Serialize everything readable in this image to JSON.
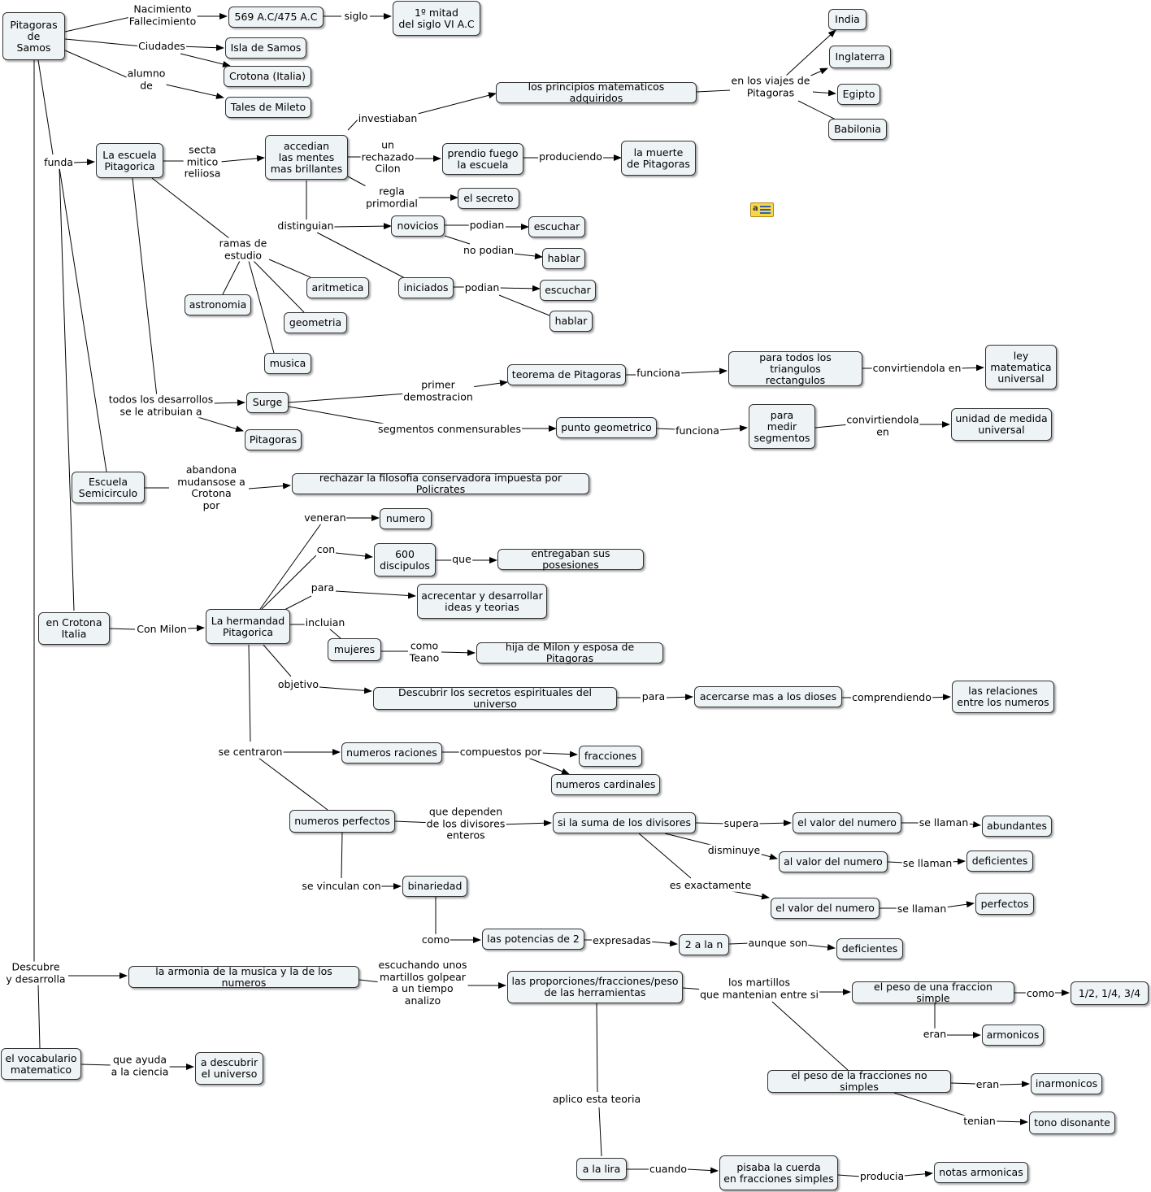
{
  "nodes": {
    "pitagoras": "Pitagoras\nde\nSamos",
    "fecha": "569 A.C/475 A.C",
    "mitad": "1º mitad\ndel siglo VI A.C",
    "samos": "Isla de Samos",
    "crotona": "Crotona (Italia)",
    "tales": "Tales de Mileto",
    "principios": "los principios matematicos adquiridos",
    "india": "India",
    "inglaterra": "Inglaterra",
    "egipto": "Egipto",
    "babilonia": "Babilonia",
    "escuela": "La escuela\nPitagorica",
    "accedian": "accedian\nlas mentes\nmas brillantes",
    "fuego": "prendio fuego\nla escuela",
    "muerte": "la muerte\nde Pitagoras",
    "secreto": "el secreto",
    "novicios": "novicios",
    "escuchar1": "escuchar",
    "hablar1": "hablar",
    "iniciados": "iniciados",
    "escuchar2": "escuchar",
    "hablar2": "hablar",
    "aritmetica": "aritmetica",
    "astronomia": "astronomia",
    "geometria": "geometria",
    "musica": "musica",
    "teorema": "teorema de Pitagoras",
    "triangulos": "para todos los triangulos\nrectangulos",
    "ley": "ley\nmatematica\nuniversal",
    "surge": "Surge",
    "pitagoras2": "Pitagoras",
    "punto": "punto geometrico",
    "medir": "para\nmedir\nsegmentos",
    "unidad": "unidad de medida\nuniversal",
    "semicirculo": "Escuela\nSemicirculo",
    "rechazar": "rechazar la filosofia conservadora impuesta por Policrates",
    "numero": "numero",
    "discipulos": "600\ndiscipulos",
    "posesiones": "entregaban sus posesiones",
    "acrecentar": "acrecentar y desarrollar\nideas y teorias",
    "encrotona": "en Crotona\nItalia",
    "hermandad": "La hermandad\nPitagorica",
    "mujeres": "mujeres",
    "hija": "hija de Milon y esposa de Pitagoras",
    "descubrir": "Descubrir los secretos espirituales del universo",
    "acercarse": "acercarse mas a los dioses",
    "relaciones": "las relaciones\nentre los numeros",
    "racionales": "numeros raciones",
    "fracciones": "fracciones",
    "cardinales": "numeros cardinales",
    "perfectos_n": "numeros perfectos",
    "suma": "si la suma de los divisores",
    "valor1": "el valor del numero",
    "abundantes": "abundantes",
    "valor2": "al valor del numero",
    "deficientes1": "deficientes",
    "valor3": "el valor del numero",
    "perfectos": "perfectos",
    "binariedad": "binariedad",
    "potencias": "las potencias de 2",
    "dosn": "2 a la n",
    "deficientes2": "deficientes",
    "armonia": "la armonia de la musica y la de los numeros",
    "proporciones": "las proporciones/fracciones/peso\nde las herramientas",
    "peso_simple": "el peso de una fraccion simple",
    "ratios": "1/2, 1/4, 3/4",
    "armonicos": "armonicos",
    "peso_no": "el peso de la fracciones no simples",
    "inarmonicos": "inarmonicos",
    "disonante": "tono disonante",
    "vocabulario": "el vocabulario\nmatematico",
    "universo": "a descubrir\nel universo",
    "lira": "a la lira",
    "cuerda": "pisaba la cuerda\nen fracciones simples",
    "notas": "notas armonicas"
  },
  "labels": {
    "nacimiento": "Nacimiento\nFallecimiento",
    "siglo": "siglo",
    "ciudades": "Ciudades",
    "alumno": "alumno\nde",
    "investiaban": "investiaban",
    "viajes": "en los viajes de\nPitagoras",
    "funda": "funda",
    "secta": "secta\nmitico\nreliiosa",
    "rechazado": "un\nrechazado\nCilon",
    "produciendo": "produciendo",
    "regla": "regla\nprimordial",
    "distinguian": "distinguian",
    "podian1": "podian",
    "nopodian": "no podian",
    "podian2": "podian",
    "ramas": "ramas de\nestudio",
    "primer": "primer\ndemostracion",
    "funciona1": "funciona",
    "convirtiendola1": "convirtiendola en",
    "desarrollos": "todos los desarrollos\nse le atribuian a",
    "segmentos": "segmentos conmensurables",
    "funciona2": "funciona",
    "convirtiendola2": "convirtiendola\nen",
    "abandona": "abandona\nmudansose a\nCrotona\npor",
    "veneran": "veneran",
    "con": "con",
    "que": "que",
    "para1": "para",
    "conmilon": "Con Milon",
    "incluian": "incluian",
    "comoteano": "como\nTeano",
    "objetivo": "objetivo",
    "para2": "para",
    "comprendiendo": "comprendiendo",
    "centraron": "se centraron",
    "compuestos": "compuestos por",
    "dependen": "que dependen\nde los divisores\nenteros",
    "supera": "supera",
    "sellaman1": "se llaman",
    "disminuye": "disminuye",
    "sellaman2": "se llaman",
    "exactamente": "es exactamente",
    "sellaman3": "se llaman",
    "vinculan": "se vinculan con",
    "como1": "como",
    "expresadas": "expresadas",
    "aunque": "aunque son",
    "descubre": "Descubre\ny desarrolla",
    "escuchando": "escuchando unos\nmartillos golpear\na un tiempo\nanalizo",
    "martillos": "los martillos\nque mantenian entre si",
    "como2": "como",
    "eran1": "eran",
    "eran2": "eran",
    "tenian": "tenian",
    "ayuda": "que ayuda\na la ciencia",
    "aplico": "aplico esta teoria",
    "cuando": "cuando",
    "producia": "producia"
  },
  "note_icon": "note-icon",
  "note_glyph": "a"
}
